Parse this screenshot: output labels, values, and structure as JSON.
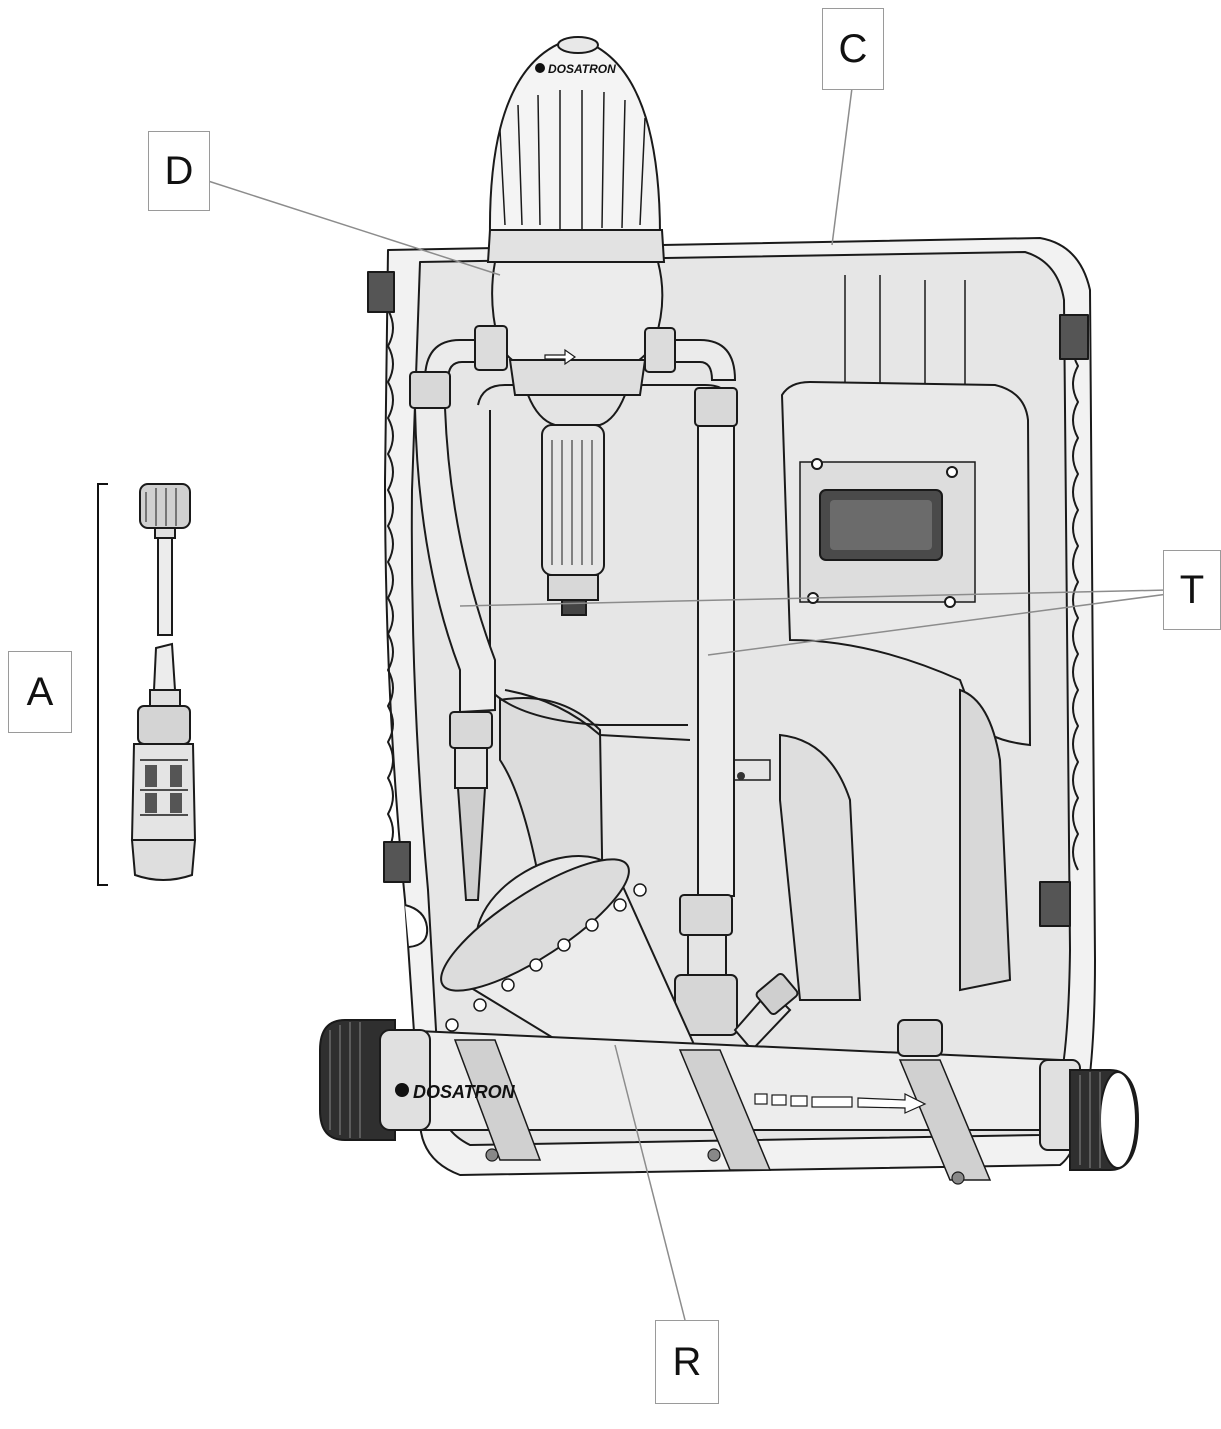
{
  "callouts": {
    "a": "A",
    "c": "C",
    "d": "D",
    "t": "T",
    "r": "R"
  },
  "branding": {
    "logo_dispenser": "DOSATRON",
    "logo_body": "DOSATRON"
  },
  "colors": {
    "line": "#1a1a1a",
    "fill_light": "#eeeeee",
    "fill_mid": "#d4d4d4",
    "fill_dark": "#555555",
    "leader": "#8c8c8c"
  }
}
